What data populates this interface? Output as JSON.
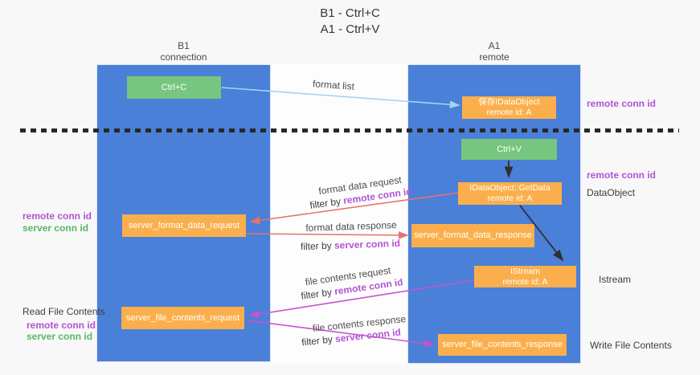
{
  "title": {
    "line1": "B1 - Ctrl+C",
    "line2": "A1 - Ctrl+V"
  },
  "lanes": {
    "left": {
      "name": "B1",
      "subtitle": "connection"
    },
    "right": {
      "name": "A1",
      "subtitle": "remote"
    }
  },
  "nodes": {
    "ctrl_c": "Ctrl+C",
    "ctrl_v": "Ctrl+V",
    "save_dataobject": {
      "line1": "保存IDataObject",
      "line2": "remote id: A"
    },
    "getdata": {
      "line1": "IDataObject::GetData",
      "line2": "remote id: A"
    },
    "istream": {
      "line1": "IStream",
      "line2": "remote id: A"
    },
    "server_format_data_request": "server_format_data_request",
    "server_format_data_response": "server_format_data_response",
    "server_file_contents_request": "server_file_contents_request",
    "server_file_contents_response": "server_file_contents_response"
  },
  "flows": {
    "format_list": {
      "label": "format list"
    },
    "format_data_request": {
      "label": "format data request",
      "filter_prefix": "filter by ",
      "filter_key": "remote conn id"
    },
    "format_data_response": {
      "label": "format data response",
      "filter_prefix": "filter by ",
      "filter_key": "server conn id"
    },
    "file_contents_request": {
      "label": "file contents request",
      "filter_prefix": "filter by ",
      "filter_key": "remote conn id"
    },
    "file_contents_response": {
      "label": "file contents response",
      "filter_prefix": "filter by ",
      "filter_key": "server conn id"
    }
  },
  "annotations": {
    "top_right_conn": "remote conn id",
    "mid_right_conn": "remote conn id",
    "dataobject": "DataObject",
    "istream": "Istream",
    "write_file": "Write File Contents",
    "read_file": "Read File Contents",
    "left_mid": {
      "remote": "remote conn id",
      "server": "server conn id"
    },
    "left_bottom": {
      "remote": "remote conn id",
      "server": "server conn id"
    }
  },
  "colors": {
    "lane_blue": "#4a80d8",
    "node_orange": "#fbaf4c",
    "node_green": "#77c57e",
    "conn_purple": "#b254d0",
    "conn_green": "#58b763",
    "arrow_light_blue": "#a6d3f2",
    "arrow_red": "#e8726b",
    "arrow_magenta": "#c952ce",
    "arrow_black": "#2f2f2f"
  }
}
